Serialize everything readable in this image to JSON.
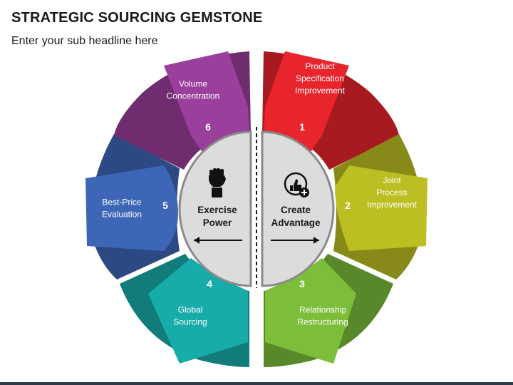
{
  "title": "STRATEGIC SOURCING GEMSTONE",
  "subtitle": "Enter your sub headline here",
  "colors": {
    "red": "#e8242c",
    "olive": "#bcbf22",
    "green": "#7cbd3a",
    "teal": "#17aca9",
    "blue": "#3d66b6",
    "purple": "#9a3f9b",
    "center_fill": "#dcdcdc"
  },
  "center": {
    "left": {
      "label_line1": "Exercise",
      "label_line2": "Power",
      "icon": "fist-icon",
      "arrow": "arrow-left"
    },
    "right": {
      "label_line1": "Create",
      "label_line2": "Advantage",
      "icon": "thumbs-up-plus-icon",
      "arrow": "arrow-right"
    }
  },
  "segments": [
    {
      "number": "1",
      "lines": [
        "Product",
        "Specification",
        "Improvement"
      ],
      "color": "red"
    },
    {
      "number": "2",
      "lines": [
        "Joint",
        "Process",
        "Improvement"
      ],
      "color": "olive"
    },
    {
      "number": "3",
      "lines": [
        "Relationship",
        "Restructuring"
      ],
      "color": "green"
    },
    {
      "number": "4",
      "lines": [
        "Global",
        "Sourcing"
      ],
      "color": "teal"
    },
    {
      "number": "5",
      "lines": [
        "Best-Price",
        "Evaluation"
      ],
      "color": "blue"
    },
    {
      "number": "6",
      "lines": [
        "Volume",
        "Concentration"
      ],
      "color": "purple"
    }
  ]
}
